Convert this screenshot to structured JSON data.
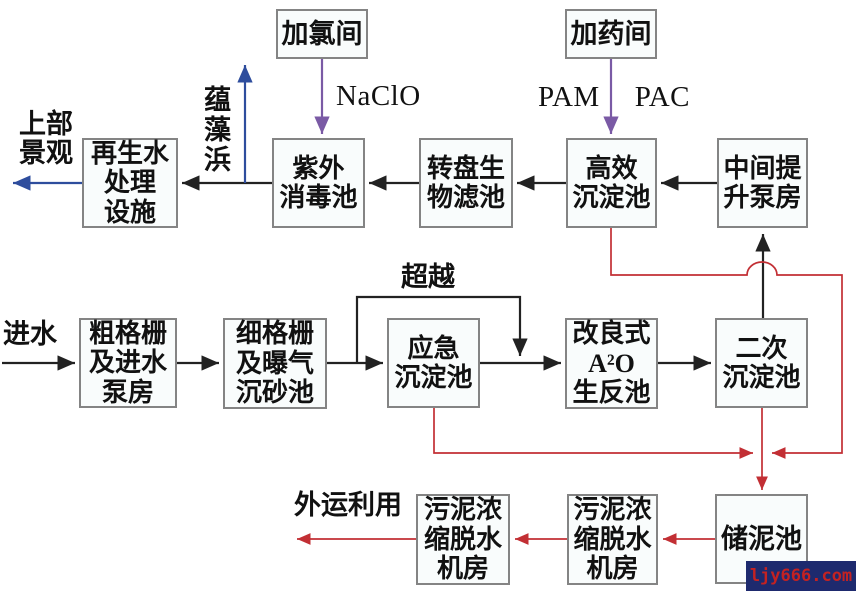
{
  "colors": {
    "line_black": "#222222",
    "line_red": "#c22f34",
    "line_blue": "#2e4d9d",
    "line_purple": "#7a5aa5",
    "box_border": "#848484",
    "box_background": "#f9fcfc",
    "watermark_background": "#1e2a6e",
    "watermark_text": "#c42222"
  },
  "boxes": {
    "chlorine_room": {
      "lines": [
        "加氯间"
      ]
    },
    "dosing_room": {
      "lines": [
        "加药间"
      ]
    },
    "reclaimed_water_facility": {
      "lines": [
        "再生水",
        "处理",
        "设施"
      ]
    },
    "uv_disinfection": {
      "lines": [
        "紫外",
        "消毒池"
      ]
    },
    "rotary_biofilter": {
      "lines": [
        "转盘生",
        "物滤池"
      ]
    },
    "high_efficiency_sedimentation": {
      "lines": [
        "高效",
        "沉淀池"
      ]
    },
    "intermediate_pump_house": {
      "lines": [
        "中间提",
        "升泵房"
      ]
    },
    "coarse_screen_pump": {
      "lines": [
        "粗格栅",
        "及进水",
        "泵房"
      ]
    },
    "fine_screen_grit": {
      "lines": [
        "细格栅",
        "及曝气",
        "沉砂池"
      ]
    },
    "emergency_sedimentation": {
      "lines": [
        "应急",
        "沉淀池"
      ]
    },
    "a2o_bioreactor": {
      "lines": [
        "改良式",
        "A²O",
        "生反池"
      ]
    },
    "secondary_sedimentation": {
      "lines": [
        "二次",
        "沉淀池"
      ]
    },
    "sludge_dewatering_left": {
      "lines": [
        "污泥浓",
        "缩脱水",
        "机房"
      ]
    },
    "sludge_dewatering_right": {
      "lines": [
        "污泥浓",
        "缩脱水",
        "机房"
      ]
    },
    "sludge_storage": {
      "lines": [
        "储泥池"
      ]
    }
  },
  "labels": {
    "top_landscape": {
      "lines": [
        "上部",
        "景观"
      ]
    },
    "river": "蕴藻浜",
    "naclo": "NaClO",
    "pam": "PAM",
    "pac": "PAC",
    "bypass": "超越",
    "inflow": "进水",
    "outbound_use": "外运利用"
  },
  "watermark": "ljy666.com"
}
